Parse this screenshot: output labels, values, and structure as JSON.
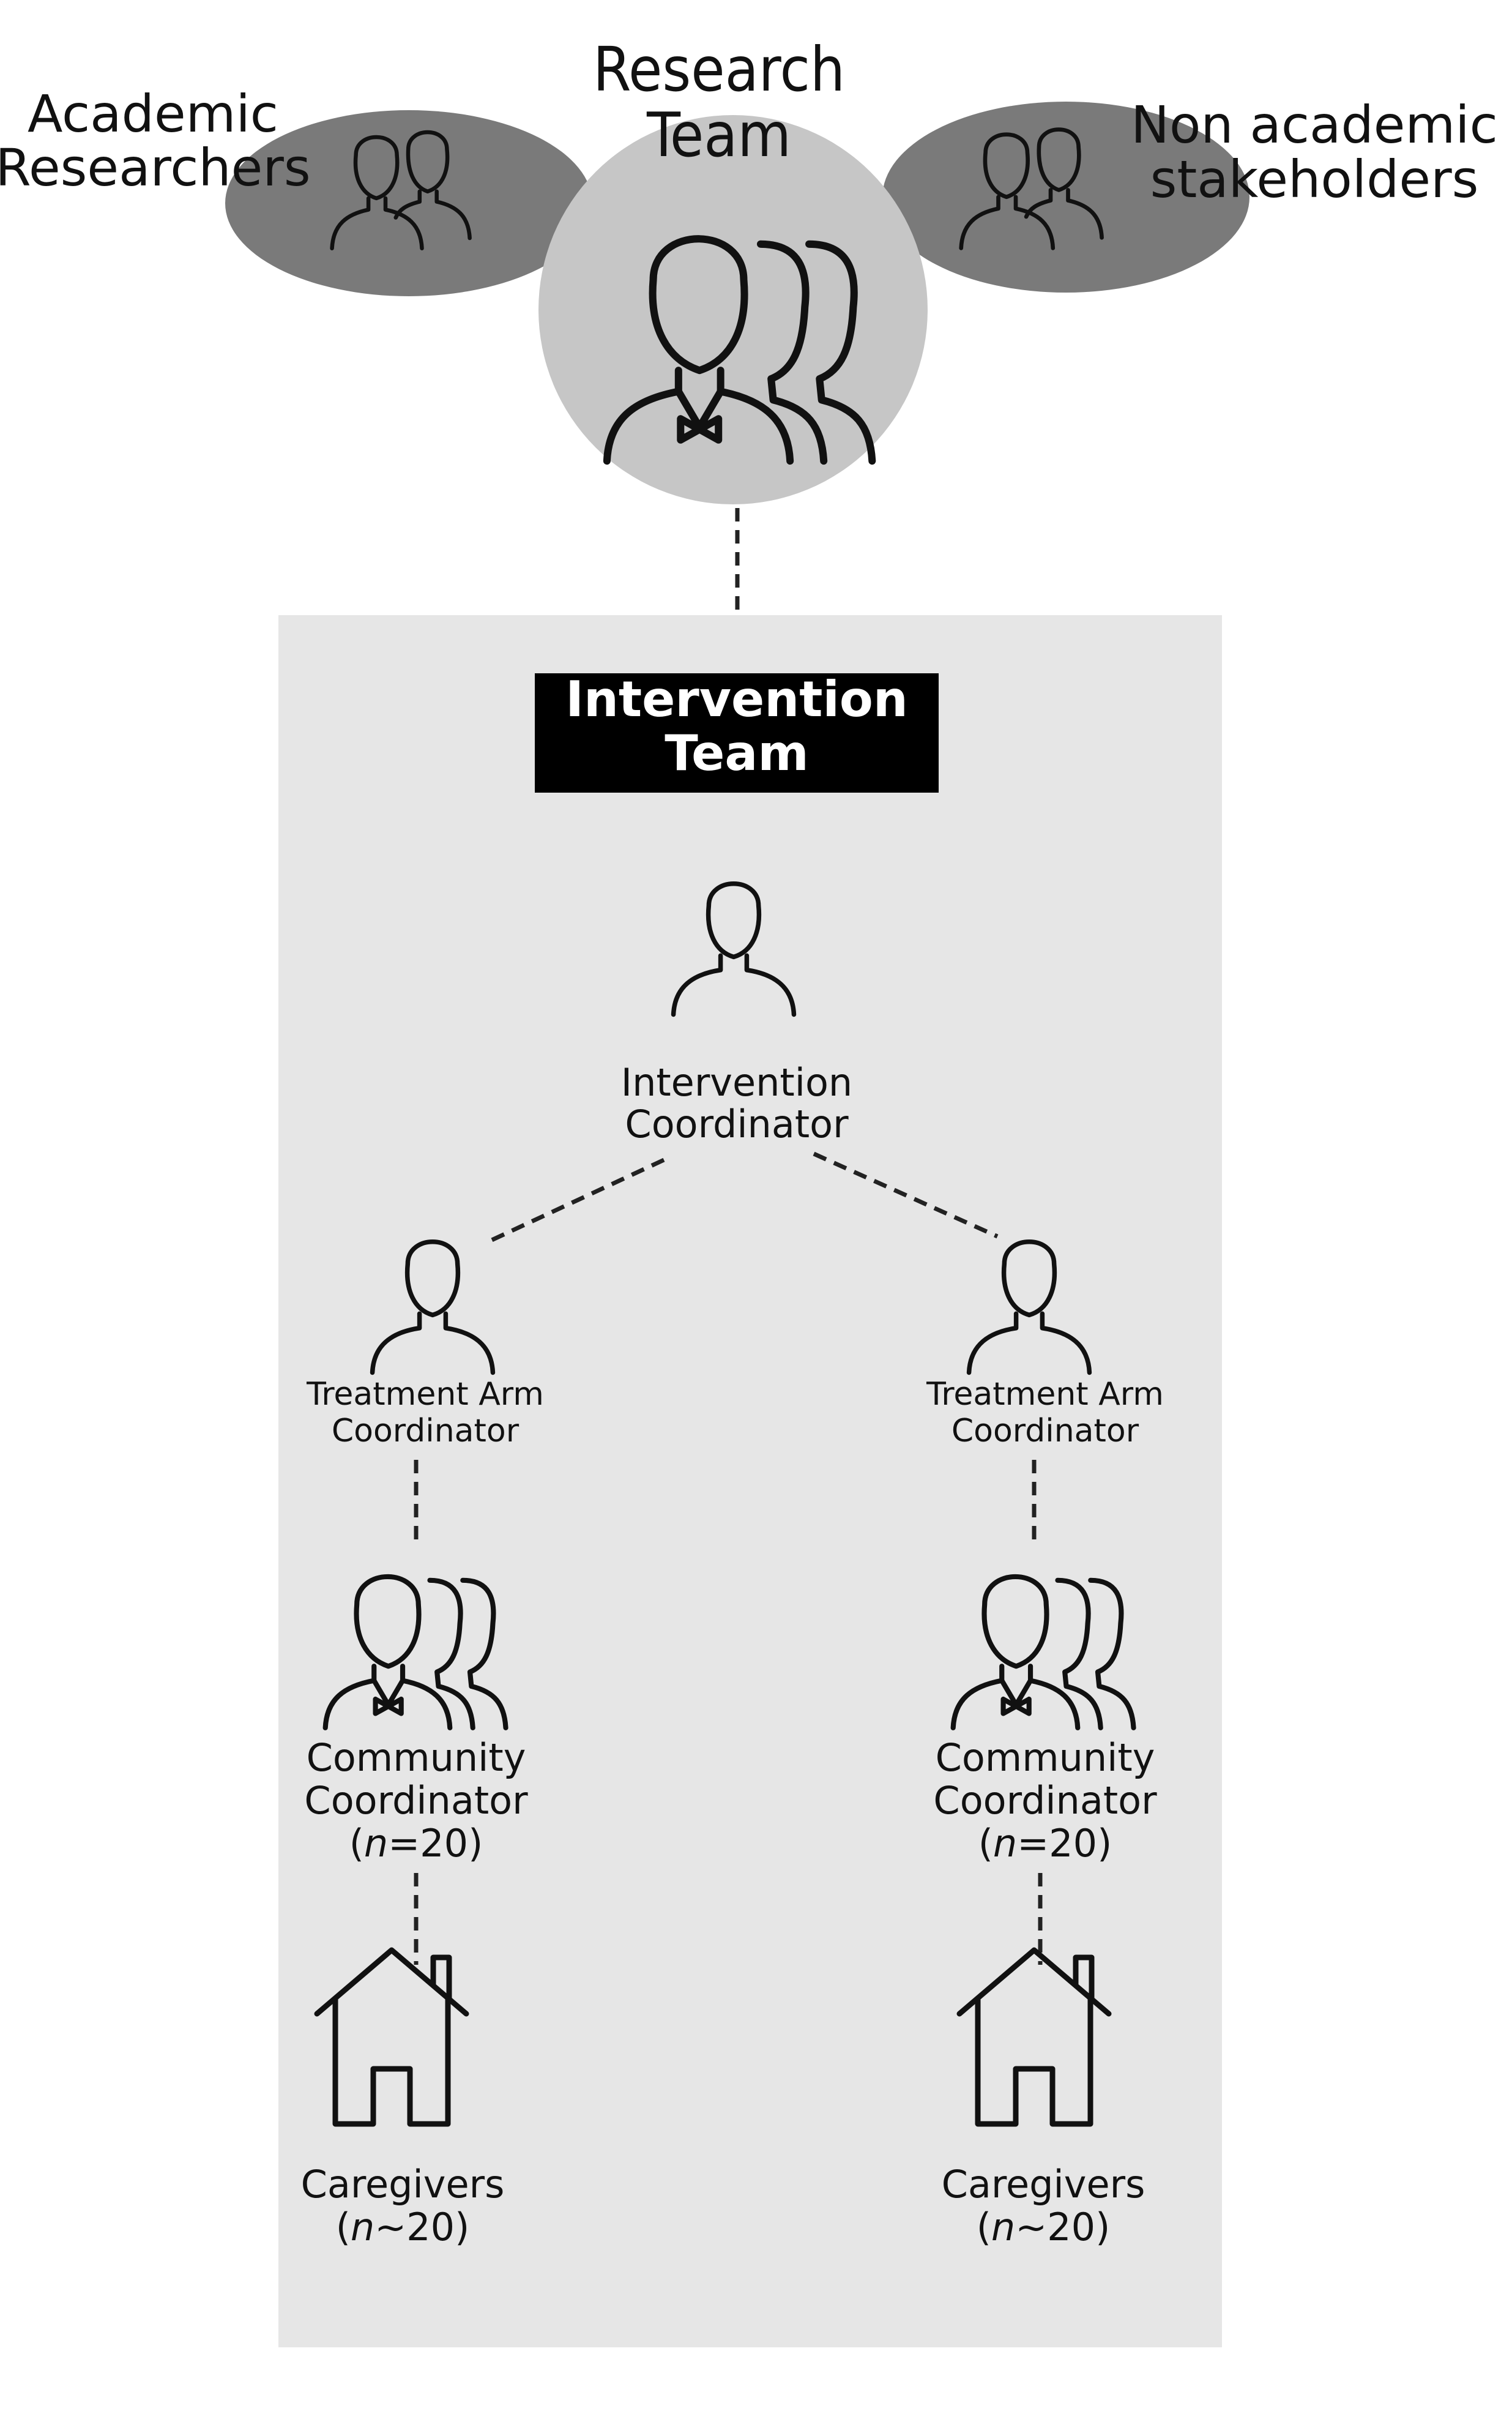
{
  "research": {
    "academic_line1": "Academic",
    "academic_line2": "Researchers",
    "team_line1": "Research",
    "team_line2": "Team",
    "nonacademic_line1": "Non academic",
    "nonacademic_line2": "stakeholders"
  },
  "intervention": {
    "title_line1": "Intervention",
    "title_line2": "Team",
    "coordinator_line1": "Intervention",
    "coordinator_line2": "Coordinator"
  },
  "arms": [
    {
      "arm_line1": "Treatment Arm",
      "arm_line2": "Coordinator",
      "community_line1": "Community",
      "community_line2": "Coordinator",
      "community_n_var": "n",
      "community_n_val": "=20",
      "caregivers_line1": "Caregivers",
      "caregivers_n_var": "n",
      "caregivers_n_val": "~20"
    },
    {
      "arm_line1": "Treatment Arm",
      "arm_line2": "Coordinator",
      "community_line1": "Community",
      "community_line2": "Coordinator",
      "community_n_var": "n",
      "community_n_val": "=20",
      "caregivers_line1": "Caregivers",
      "caregivers_n_var": "n",
      "caregivers_n_val": "~20"
    }
  ],
  "icons": [
    "pair-of-people-icon",
    "group-with-bowtie-icon",
    "person-icon",
    "house-icon"
  ],
  "colors": {
    "oval_dark": "#7a7a7a",
    "circle_light": "#c6c6c6",
    "panel_bg": "#e6e6e6",
    "title_bar": "#000000"
  }
}
